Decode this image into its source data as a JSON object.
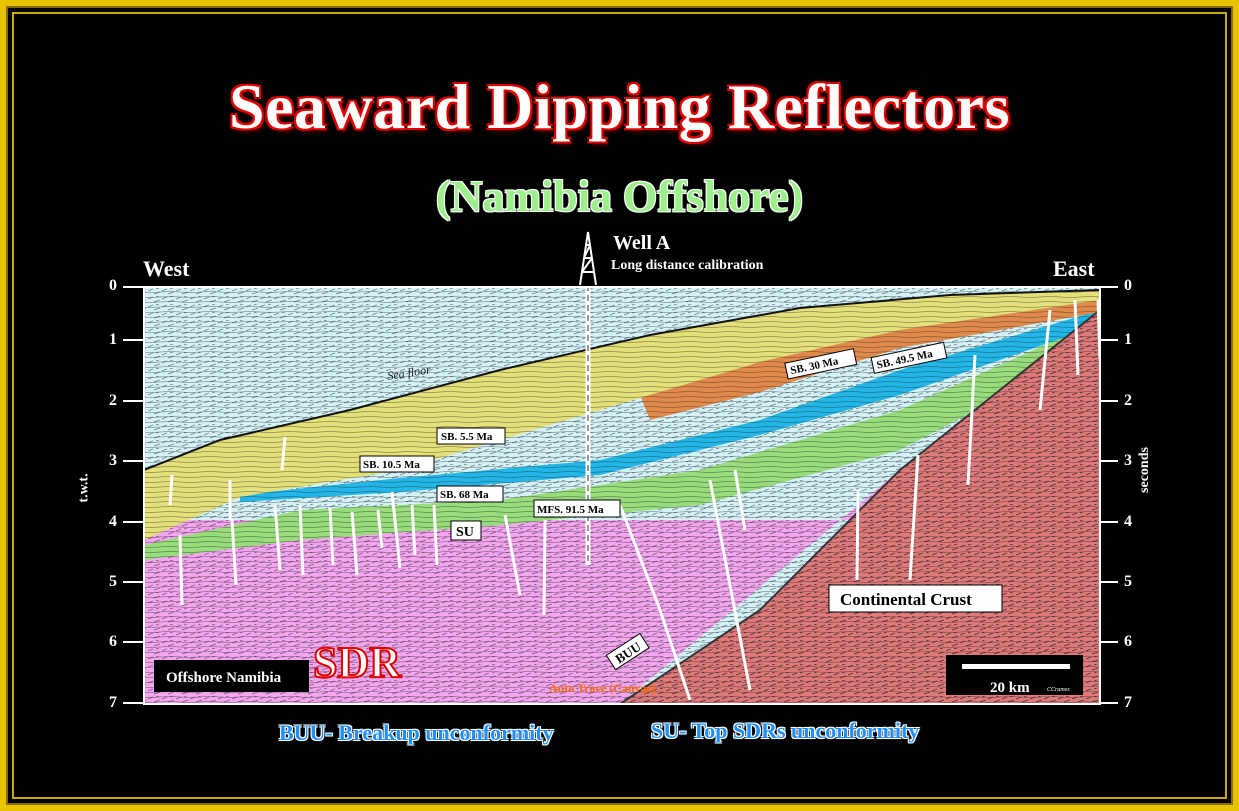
{
  "title": "Seaward Dipping Reflectors",
  "subtitle": "(Namibia Offshore)",
  "west_label": "West",
  "east_label": "East",
  "well_name": "Well A",
  "well_note": "Long distance calibration",
  "left_axis_title": "t.w.t.",
  "right_axis_title": "seconds",
  "time_ticks": [
    "0",
    "1",
    "2",
    "3",
    "4",
    "5",
    "6",
    "7"
  ],
  "sea_floor_label": "Sea floor",
  "horizon_labels": {
    "sb55": "SB. 5.5 Ma",
    "sb105": "SB. 10.5 Ma",
    "sb68": "SB. 68 Ma",
    "su": "SU",
    "mfs": "MFS. 91.5 Ma",
    "sb30": "SB. 30 Ma",
    "sb495": "SB. 49.5 Ma",
    "buu": "BUU"
  },
  "continental_crust_label": "Continental Crust",
  "location_label": "Offshore Namibia",
  "sdr_label": "SDR",
  "autotrace_label": "Auto Trace (Canvas)",
  "scale_label": "20 km",
  "credit": "CCramez",
  "legend": {
    "buu": "BUU- Breakup unconformity",
    "su": "SU- Top SDRs unconformity"
  },
  "colors": {
    "water": "#d4f3f8",
    "yellow_unit": "#e4e07a",
    "orange_unit": "#e0894a",
    "blue_unit": "#22b7e8",
    "green_unit": "#98dc7c",
    "pink_sdr": "#f4a6f0",
    "crust": "#e07a7a",
    "frame": "#e8c400"
  }
}
